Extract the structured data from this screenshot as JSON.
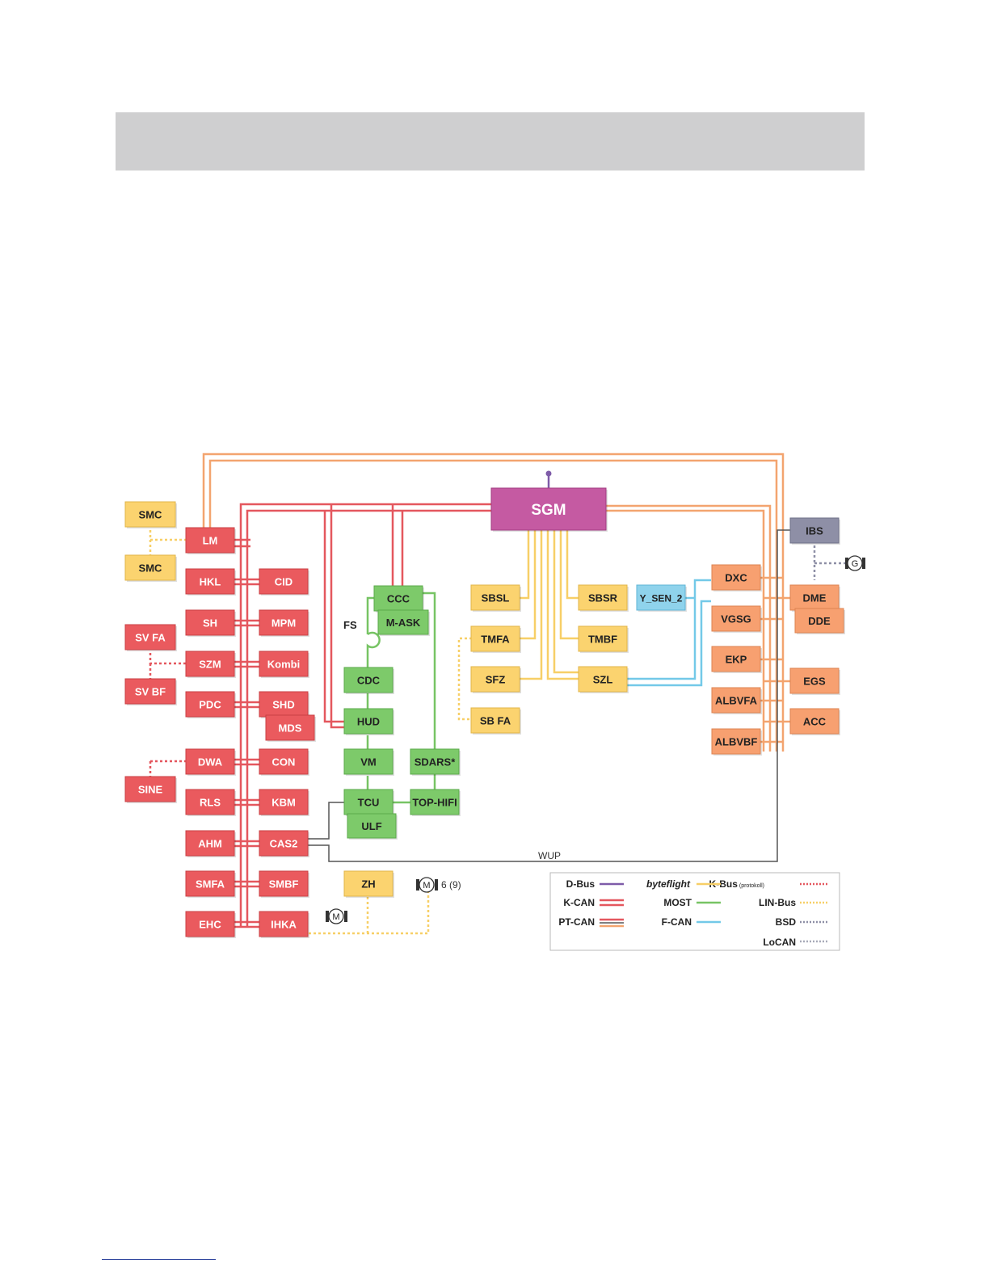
{
  "colors": {
    "red": "#ea5a5e",
    "red_border": "#c94044",
    "yellow": "#fbd36f",
    "yellow_border": "#e0b54a",
    "green": "#7dca6a",
    "green_border": "#5aa94a",
    "orange": "#f7a070",
    "orange_border": "#de8352",
    "cyan": "#8fd3ec",
    "magenta": "#c55aa2",
    "gray": "#8e8fa6",
    "line_red": "#e4575e",
    "line_orange": "#f3a46f",
    "line_yellow": "#f7cf67",
    "line_green": "#77c464",
    "line_cyan": "#73c9e8",
    "line_purple": "#7e5ba8",
    "line_dark": "#555555"
  },
  "modules": {
    "smc1": "SMC",
    "smc2": "SMC",
    "lm": "LM",
    "hkl": "HKL",
    "cid": "CID",
    "sh": "SH",
    "mpm": "MPM",
    "svfa": "SV FA",
    "svbf": "SV BF",
    "szm": "SZM",
    "kombi": "Kombi",
    "pdc": "PDC",
    "shd": "SHD",
    "mds": "MDS",
    "dwa": "DWA",
    "con": "CON",
    "sine": "SINE",
    "rls": "RLS",
    "kbm": "KBM",
    "ahm": "AHM",
    "cas2": "CAS2",
    "smfa": "SMFA",
    "smbf": "SMBF",
    "ehc": "EHC",
    "ihka": "IHKA",
    "ccc": "CCC",
    "mask": "M-ASK",
    "cdc": "CDC",
    "hud": "HUD",
    "vm": "VM",
    "tcu": "TCU",
    "ulf": "ULF",
    "sdars": "SDARS*",
    "tophifi": "TOP-HIFI",
    "sgm": "SGM",
    "sbsl": "SBSL",
    "sbsr": "SBSR",
    "tmfa": "TMFA",
    "tmbf": "TMBF",
    "sfz": "SFZ",
    "szl": "SZL",
    "sbfa": "SB FA",
    "zh": "ZH",
    "ysen": "Y_SEN_2",
    "ibs": "IBS",
    "dxc": "DXC",
    "dme": "DME",
    "dde": "DDE",
    "vgsg": "VGSG",
    "ekp": "EKP",
    "egs": "EGS",
    "albvfa": "ALBVFA",
    "acc": "ACC",
    "albvbf": "ALBVBF"
  },
  "labels": {
    "fs": "FS",
    "wup": "WUP",
    "motor_count": "6 (9)",
    "motor_symbol": "M",
    "generator_symbol": "G"
  },
  "legend": {
    "d_bus": "D-Bus",
    "k_can": "K-CAN",
    "pt_can": "PT-CAN",
    "byteflight": "byteflight",
    "most": "MOST",
    "f_can": "F-CAN",
    "k_bus": "K-Bus",
    "k_bus_note": "(protokoll)",
    "lin_bus": "LIN-Bus",
    "bsd": "BSD",
    "locan": "LoCAN"
  }
}
